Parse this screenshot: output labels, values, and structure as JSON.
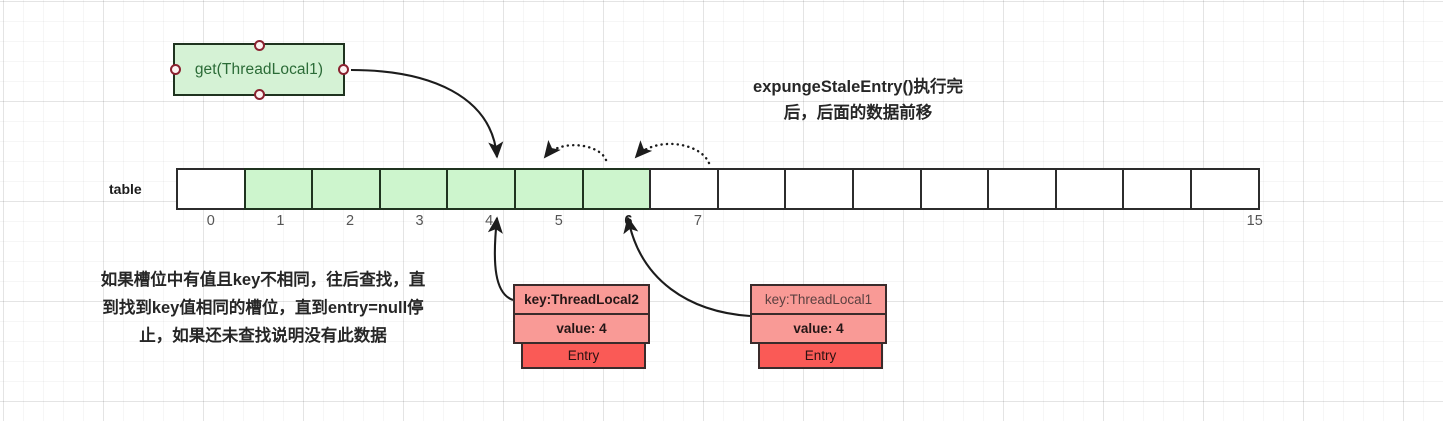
{
  "diagram": {
    "title_lines": [
      "expungeStaleEntry()执行完",
      "后，后面的数据前移"
    ],
    "description_lines": [
      "如果槽位中有值且key不相同，往后查找，直",
      "到找到key值相同的槽位，直到entry=null停",
      "止，如果还未查找说明没有此数据"
    ]
  },
  "action_node": {
    "label": "get(ThreadLocal1)"
  },
  "table": {
    "label": "table",
    "cells": [
      {
        "index": "0",
        "filled": false,
        "index_bold": false
      },
      {
        "index": "1",
        "filled": true,
        "index_bold": false
      },
      {
        "index": "2",
        "filled": true,
        "index_bold": false
      },
      {
        "index": "3",
        "filled": true,
        "index_bold": false
      },
      {
        "index": "4",
        "filled": true,
        "index_bold": false
      },
      {
        "index": "5",
        "filled": true,
        "index_bold": false
      },
      {
        "index": "6",
        "filled": true,
        "index_bold": true
      },
      {
        "index": "7",
        "filled": false,
        "index_bold": false
      },
      {
        "index": "",
        "filled": false,
        "index_bold": false
      },
      {
        "index": "",
        "filled": false,
        "index_bold": false
      },
      {
        "index": "",
        "filled": false,
        "index_bold": false
      },
      {
        "index": "",
        "filled": false,
        "index_bold": false
      },
      {
        "index": "",
        "filled": false,
        "index_bold": false
      },
      {
        "index": "",
        "filled": false,
        "index_bold": false
      },
      {
        "index": "",
        "filled": false,
        "index_bold": false
      },
      {
        "index": "15",
        "filled": false,
        "index_bold": false
      }
    ]
  },
  "entries": [
    {
      "key": "key:ThreadLocal2",
      "value": "value: 4",
      "footer": "Entry",
      "key_bold": true
    },
    {
      "key": "key:ThreadLocal1",
      "value": "value: 4",
      "footer": "Entry",
      "key_bold": false
    }
  ],
  "colors": {
    "cell_filled": "#cdf5cd",
    "cell_empty": "#ffffff",
    "node_fill": "#d5f2d5",
    "node_text": "#2b6b37",
    "entry_fill": "#f99a96",
    "entry_footer_fill": "#fa5a56",
    "stroke": "#2c2c2c",
    "port_stroke": "#8b2230"
  }
}
